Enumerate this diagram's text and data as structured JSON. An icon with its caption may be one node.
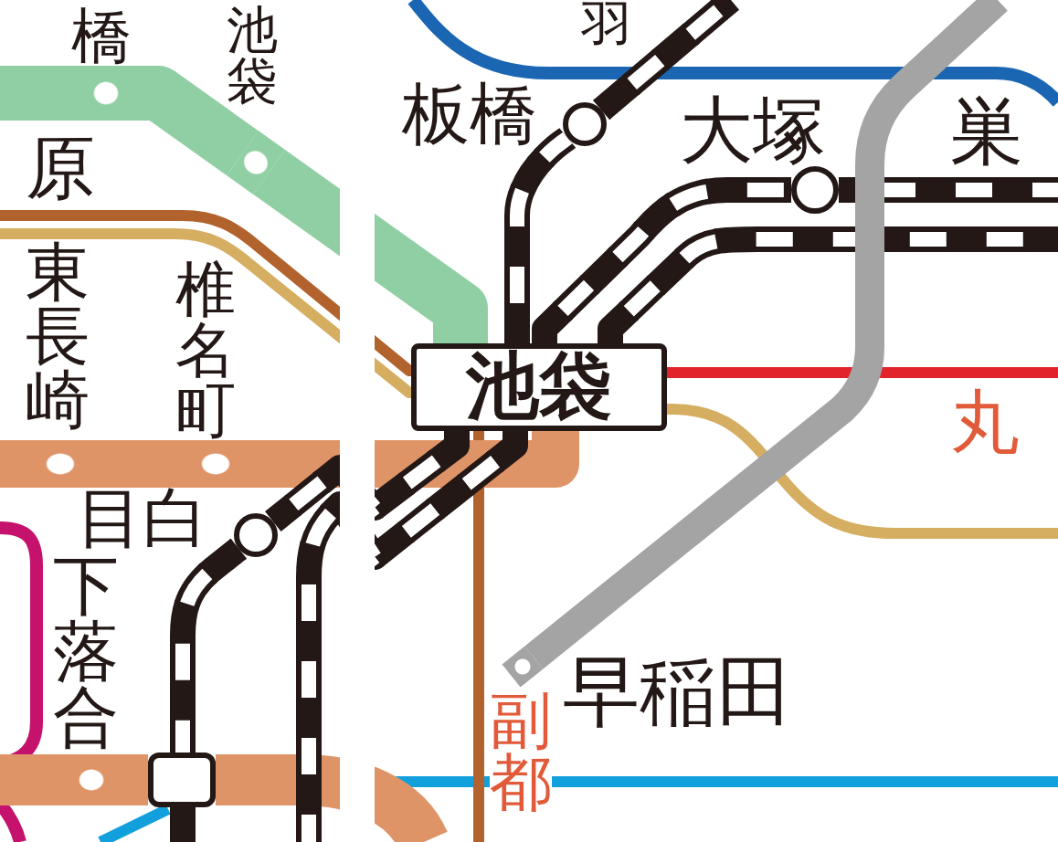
{
  "diagram": {
    "nodes": [
      {
        "text": [],
        "shape": "circle",
        "beside": [
          "橋"
        ]
      },
      {
        "text": [],
        "shape": "circle",
        "beside": [
          "池袋"
        ]
      },
      {
        "text": [],
        "shape": "circle",
        "beside": [
          "板橋"
        ]
      },
      {
        "text": [],
        "shape": "circle",
        "beside": [
          "大塚"
        ]
      },
      {
        "text": [],
        "shape": "circle",
        "beside": [
          "東長崎"
        ]
      },
      {
        "text": [],
        "shape": "circle",
        "beside": [
          "椎名町"
        ]
      },
      {
        "text": [
          "池袋"
        ]
      },
      {
        "text": [],
        "shape": "circle",
        "beside": [
          "目白"
        ]
      },
      {
        "text": [],
        "shape": "circle",
        "beside": [
          "早稲田"
        ]
      },
      {
        "text": [],
        "shape": "circle",
        "beside": [
          "下落合"
        ]
      },
      {
        "text": [],
        "shape": "box"
      }
    ],
    "edges": [
      {
        "from": null,
        "to": 0,
        "arrow": "none",
        "style": "thick",
        "color": "#90cfa3"
      },
      {
        "from": 0,
        "to": 1,
        "arrow": "none",
        "style": "thick",
        "color": "#90cfa3"
      },
      {
        "from": 1,
        "to": 6,
        "arrow": "none",
        "style": "thick",
        "color": "#90cfa3"
      },
      {
        "from": null,
        "to": 6,
        "arrow": "none",
        "color": "#b2622d"
      },
      {
        "from": 6,
        "to": null,
        "arrow": "none",
        "color": "#b2622d"
      },
      {
        "from": null,
        "to": 6,
        "arrow": "none",
        "color": "#d5ae62"
      },
      {
        "from": 6,
        "to": null,
        "arrow": "none",
        "color": "#d5ae62"
      },
      {
        "from": 6,
        "to": null,
        "arrow": "none",
        "color": "#e3232c"
      },
      {
        "from": null,
        "to": 4,
        "arrow": "none",
        "style": "thick",
        "color": "#df9467"
      },
      {
        "from": 4,
        "to": 5,
        "arrow": "none",
        "style": "thick",
        "color": "#df9467"
      },
      {
        "from": 5,
        "to": 6,
        "arrow": "none",
        "style": "thick",
        "color": "#df9467"
      },
      {
        "from": null,
        "to": 9,
        "arrow": "none",
        "style": "thick",
        "color": "#df9467"
      },
      {
        "from": 9,
        "to": 10,
        "arrow": "none",
        "style": "thick",
        "color": "#df9467"
      },
      {
        "from": 10,
        "to": null,
        "arrow": "none",
        "style": "thick",
        "color": "#df9467"
      },
      {
        "from": 6,
        "to": 2,
        "arrow": "none",
        "style": "dashed"
      },
      {
        "from": 2,
        "to": null,
        "arrow": "none",
        "style": "dashed"
      },
      {
        "from": 6,
        "to": 3,
        "arrow": "none",
        "style": "dashed"
      },
      {
        "from": 3,
        "to": null,
        "arrow": "none",
        "style": "dashed"
      },
      {
        "from": 6,
        "to": null,
        "arrow": "none",
        "style": "dashed"
      },
      {
        "from": 6,
        "to": 7,
        "arrow": "none",
        "style": "dashed"
      },
      {
        "from": 7,
        "to": 10,
        "arrow": "none",
        "style": "dashed"
      },
      {
        "from": 10,
        "to": null,
        "arrow": "none",
        "style": "dashed"
      },
      {
        "from": 6,
        "to": null,
        "arrow": "none",
        "style": "dashed"
      },
      {
        "from": null,
        "to": 8,
        "arrow": "none",
        "color": "#a4a4a4"
      }
    ],
    "labels": [
      "羽",
      "巣",
      "原",
      "丸",
      "副都"
    ]
  }
}
